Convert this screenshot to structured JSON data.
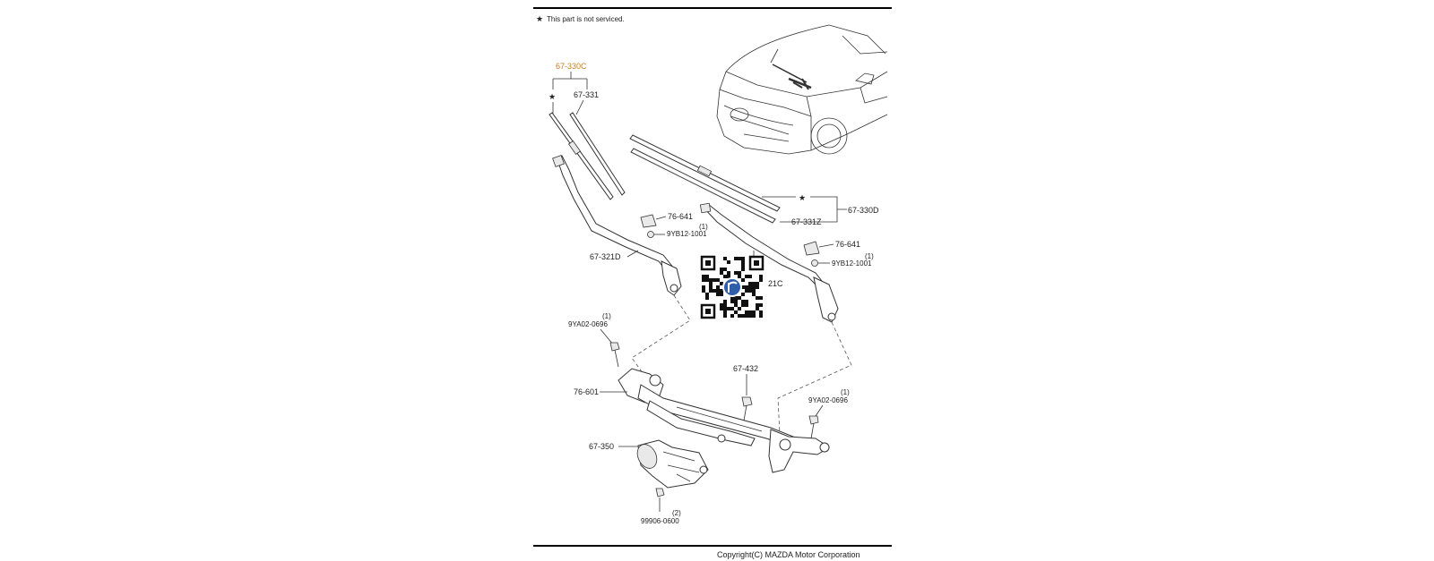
{
  "note": {
    "star": "★",
    "text": "This part is not serviced."
  },
  "labels": {
    "kit_left": "67-330C",
    "blade_left": "67-331",
    "arm_left": "67-321D",
    "cap_left": "76-641",
    "nut_left_qty": "(1)",
    "nut_left": "9YB12-1001",
    "kit_right": "67-330D",
    "blade_right": "67-331Z",
    "cap_right": "76-641",
    "nut_right_qty": "(1)",
    "nut_right": "9YB12-1001",
    "arm_right": "21C",
    "bolt_left_qty": "(1)",
    "bolt_left": "9YA02-0696",
    "linkage": "76-601",
    "pivot_bolt": "67-432",
    "bolt_right_qty": "(1)",
    "bolt_right": "9YA02-0696",
    "motor": "67-350",
    "motor_nut_qty": "(2)",
    "motor_nut": "99906-0600"
  },
  "stars": {
    "left": "★",
    "right": "★"
  },
  "copyright": "Copyright(C) MAZDA Motor Corporation",
  "colors": {
    "highlight": "#c8811f",
    "ink": "#222222",
    "rule": "#000000"
  }
}
